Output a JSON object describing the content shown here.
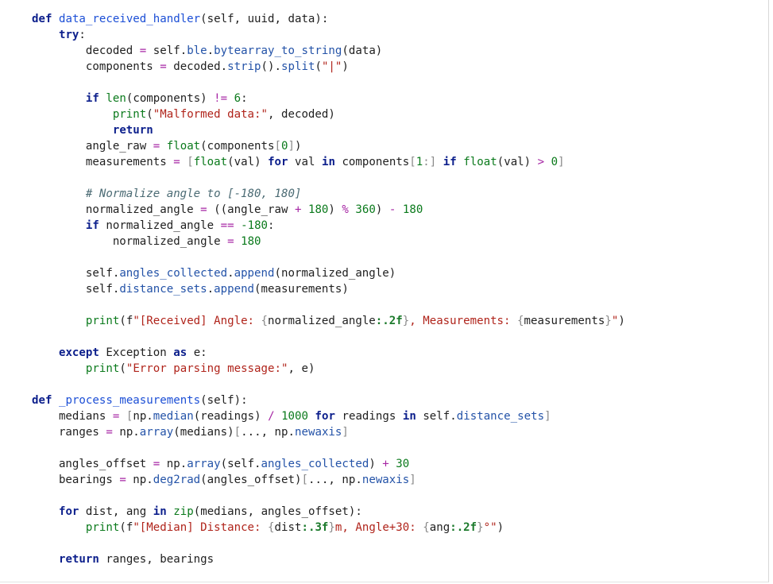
{
  "editor": {
    "language": "python",
    "lines": [
      [
        {
          "t": "def",
          "c": "kw"
        },
        {
          "t": " "
        },
        {
          "t": "data_received_handler",
          "c": "fn"
        },
        {
          "t": "(self, uuid, data):"
        }
      ],
      [
        {
          "t": "    "
        },
        {
          "t": "try",
          "c": "kw"
        },
        {
          "t": ":"
        }
      ],
      [
        {
          "t": "        decoded "
        },
        {
          "t": "=",
          "c": "op"
        },
        {
          "t": " self."
        },
        {
          "t": "ble",
          "c": "fc"
        },
        {
          "t": "."
        },
        {
          "t": "bytearray_to_string",
          "c": "fc"
        },
        {
          "t": "(data)"
        }
      ],
      [
        {
          "t": "        components "
        },
        {
          "t": "=",
          "c": "op"
        },
        {
          "t": " decoded."
        },
        {
          "t": "strip",
          "c": "fc"
        },
        {
          "t": "()."
        },
        {
          "t": "split",
          "c": "fc"
        },
        {
          "t": "("
        },
        {
          "t": "\"|\"",
          "c": "st"
        },
        {
          "t": ")"
        }
      ],
      [],
      [
        {
          "t": "        "
        },
        {
          "t": "if",
          "c": "kw"
        },
        {
          "t": " "
        },
        {
          "t": "len",
          "c": "bi"
        },
        {
          "t": "(components) "
        },
        {
          "t": "!=",
          "c": "op"
        },
        {
          "t": " "
        },
        {
          "t": "6",
          "c": "nm"
        },
        {
          "t": ":"
        }
      ],
      [
        {
          "t": "            "
        },
        {
          "t": "print",
          "c": "bi"
        },
        {
          "t": "("
        },
        {
          "t": "\"Malformed data:\"",
          "c": "st"
        },
        {
          "t": ", decoded)"
        }
      ],
      [
        {
          "t": "            "
        },
        {
          "t": "return",
          "c": "kw"
        }
      ],
      [
        {
          "t": "        angle_raw "
        },
        {
          "t": "=",
          "c": "op"
        },
        {
          "t": " "
        },
        {
          "t": "float",
          "c": "bi"
        },
        {
          "t": "(components"
        },
        {
          "t": "[",
          "c": "br"
        },
        {
          "t": "0",
          "c": "nm"
        },
        {
          "t": "]",
          "c": "br"
        },
        {
          "t": ")"
        }
      ],
      [
        {
          "t": "        measurements "
        },
        {
          "t": "=",
          "c": "op"
        },
        {
          "t": " "
        },
        {
          "t": "[",
          "c": "br"
        },
        {
          "t": "float",
          "c": "bi"
        },
        {
          "t": "(val) "
        },
        {
          "t": "for",
          "c": "kw"
        },
        {
          "t": " val "
        },
        {
          "t": "in",
          "c": "kw"
        },
        {
          "t": " components"
        },
        {
          "t": "[",
          "c": "br"
        },
        {
          "t": "1",
          "c": "nm"
        },
        {
          "t": ":",
          "c": "br"
        },
        {
          "t": "]",
          "c": "br"
        },
        {
          "t": " "
        },
        {
          "t": "if",
          "c": "kw"
        },
        {
          "t": " "
        },
        {
          "t": "float",
          "c": "bi"
        },
        {
          "t": "(val) "
        },
        {
          "t": ">",
          "c": "op"
        },
        {
          "t": " "
        },
        {
          "t": "0",
          "c": "nm"
        },
        {
          "t": "]",
          "c": "br"
        }
      ],
      [],
      [
        {
          "t": "        "
        },
        {
          "t": "# Normalize angle to [-180, 180]",
          "c": "cm"
        }
      ],
      [
        {
          "t": "        normalized_angle "
        },
        {
          "t": "=",
          "c": "op"
        },
        {
          "t": " ((angle_raw "
        },
        {
          "t": "+",
          "c": "op"
        },
        {
          "t": " "
        },
        {
          "t": "180",
          "c": "nm"
        },
        {
          "t": ") "
        },
        {
          "t": "%",
          "c": "op"
        },
        {
          "t": " "
        },
        {
          "t": "360",
          "c": "nm"
        },
        {
          "t": ") "
        },
        {
          "t": "-",
          "c": "op"
        },
        {
          "t": " "
        },
        {
          "t": "180",
          "c": "nm"
        }
      ],
      [
        {
          "t": "        "
        },
        {
          "t": "if",
          "c": "kw"
        },
        {
          "t": " normalized_angle "
        },
        {
          "t": "==",
          "c": "op"
        },
        {
          "t": " "
        },
        {
          "t": "-180",
          "c": "nm"
        },
        {
          "t": ":"
        }
      ],
      [
        {
          "t": "            normalized_angle "
        },
        {
          "t": "=",
          "c": "op"
        },
        {
          "t": " "
        },
        {
          "t": "180",
          "c": "nm"
        }
      ],
      [],
      [
        {
          "t": "        self."
        },
        {
          "t": "angles_collected",
          "c": "fc"
        },
        {
          "t": "."
        },
        {
          "t": "append",
          "c": "fc"
        },
        {
          "t": "(normalized_angle)"
        }
      ],
      [
        {
          "t": "        self."
        },
        {
          "t": "distance_sets",
          "c": "fc"
        },
        {
          "t": "."
        },
        {
          "t": "append",
          "c": "fc"
        },
        {
          "t": "(measurements)"
        }
      ],
      [],
      [
        {
          "t": "        "
        },
        {
          "t": "print",
          "c": "bi"
        },
        {
          "t": "(f"
        },
        {
          "t": "\"[Received] Angle: ",
          "c": "st"
        },
        {
          "t": "{",
          "c": "br"
        },
        {
          "t": "normalized_angle"
        },
        {
          "t": ":.2f",
          "c": "fmt"
        },
        {
          "t": "}",
          "c": "br"
        },
        {
          "t": ", Measurements: ",
          "c": "st"
        },
        {
          "t": "{",
          "c": "br"
        },
        {
          "t": "measurements"
        },
        {
          "t": "}",
          "c": "br"
        },
        {
          "t": "\"",
          "c": "st"
        },
        {
          "t": ")"
        }
      ],
      [],
      [
        {
          "t": "    "
        },
        {
          "t": "except",
          "c": "kw"
        },
        {
          "t": " Exception "
        },
        {
          "t": "as",
          "c": "kw"
        },
        {
          "t": " e:"
        }
      ],
      [
        {
          "t": "        "
        },
        {
          "t": "print",
          "c": "bi"
        },
        {
          "t": "("
        },
        {
          "t": "\"Error parsing message:\"",
          "c": "st"
        },
        {
          "t": ", e)"
        }
      ],
      [],
      [
        {
          "t": "def",
          "c": "kw"
        },
        {
          "t": " "
        },
        {
          "t": "_process_measurements",
          "c": "fn"
        },
        {
          "t": "(self):"
        }
      ],
      [
        {
          "t": "    medians "
        },
        {
          "t": "=",
          "c": "op"
        },
        {
          "t": " "
        },
        {
          "t": "[",
          "c": "br"
        },
        {
          "t": "np."
        },
        {
          "t": "median",
          "c": "fc"
        },
        {
          "t": "(readings) "
        },
        {
          "t": "/",
          "c": "op"
        },
        {
          "t": " "
        },
        {
          "t": "1000",
          "c": "nm"
        },
        {
          "t": " "
        },
        {
          "t": "for",
          "c": "kw"
        },
        {
          "t": " readings "
        },
        {
          "t": "in",
          "c": "kw"
        },
        {
          "t": " self."
        },
        {
          "t": "distance_sets",
          "c": "fc"
        },
        {
          "t": "]",
          "c": "br"
        }
      ],
      [
        {
          "t": "    ranges "
        },
        {
          "t": "=",
          "c": "op"
        },
        {
          "t": " np."
        },
        {
          "t": "array",
          "c": "fc"
        },
        {
          "t": "(medians)"
        },
        {
          "t": "[",
          "c": "br"
        },
        {
          "t": "..., np."
        },
        {
          "t": "newaxis",
          "c": "fc"
        },
        {
          "t": "]",
          "c": "br"
        }
      ],
      [],
      [
        {
          "t": "    angles_offset "
        },
        {
          "t": "=",
          "c": "op"
        },
        {
          "t": " np."
        },
        {
          "t": "array",
          "c": "fc"
        },
        {
          "t": "(self."
        },
        {
          "t": "angles_collected",
          "c": "fc"
        },
        {
          "t": ") "
        },
        {
          "t": "+",
          "c": "op"
        },
        {
          "t": " "
        },
        {
          "t": "30",
          "c": "nm"
        }
      ],
      [
        {
          "t": "    bearings "
        },
        {
          "t": "=",
          "c": "op"
        },
        {
          "t": " np."
        },
        {
          "t": "deg2rad",
          "c": "fc"
        },
        {
          "t": "(angles_offset)"
        },
        {
          "t": "[",
          "c": "br"
        },
        {
          "t": "..., np."
        },
        {
          "t": "newaxis",
          "c": "fc"
        },
        {
          "t": "]",
          "c": "br"
        }
      ],
      [],
      [
        {
          "t": "    "
        },
        {
          "t": "for",
          "c": "kw"
        },
        {
          "t": " dist, ang "
        },
        {
          "t": "in",
          "c": "kw"
        },
        {
          "t": " "
        },
        {
          "t": "zip",
          "c": "bi"
        },
        {
          "t": "(medians, angles_offset):"
        }
      ],
      [
        {
          "t": "        "
        },
        {
          "t": "print",
          "c": "bi"
        },
        {
          "t": "(f"
        },
        {
          "t": "\"[Median] Distance: ",
          "c": "st"
        },
        {
          "t": "{",
          "c": "br"
        },
        {
          "t": "dist"
        },
        {
          "t": ":.3f",
          "c": "fmt"
        },
        {
          "t": "}",
          "c": "br"
        },
        {
          "t": "m, Angle+30: ",
          "c": "st"
        },
        {
          "t": "{",
          "c": "br"
        },
        {
          "t": "ang"
        },
        {
          "t": ":.2f",
          "c": "fmt"
        },
        {
          "t": "}",
          "c": "br"
        },
        {
          "t": "°\"",
          "c": "st"
        },
        {
          "t": ")"
        }
      ],
      [],
      [
        {
          "t": "    "
        },
        {
          "t": "return",
          "c": "kw"
        },
        {
          "t": " ranges, bearings"
        }
      ]
    ]
  }
}
